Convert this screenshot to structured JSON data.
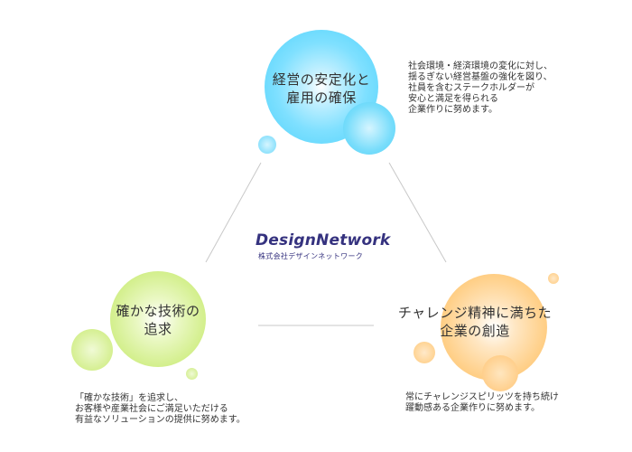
{
  "brand": {
    "logo_text": "DesignNetwork",
    "company_name": "株式会社デザインネットワーク"
  },
  "nodes": [
    {
      "key": "stability",
      "title": "経営の安定化と\n雇用の確保",
      "description": "社会環境・経済環境の変化に対し、\n揺るぎない経営基盤の強化を図り、\n社員を含むステークホルダーが\n安心と満足を得られる\n企業作りに努めます。",
      "color": "#4fd2fb"
    },
    {
      "key": "technology",
      "title": "確かな技術の\n追求",
      "description": "「確かな技術」を追求し、\nお客様や産業社会にご満足いただける\n有益なソリューションの提供に努めます。",
      "color": "#c7ea72"
    },
    {
      "key": "challenge",
      "title": "チャレンジ精神に満ちた\n企業の創造",
      "description": "常にチャレンジスピリッツを持ち続け\n躍動感ある企業作りに努めます。",
      "color": "#ffc16a"
    }
  ],
  "connector_color": "#c8c8c8"
}
